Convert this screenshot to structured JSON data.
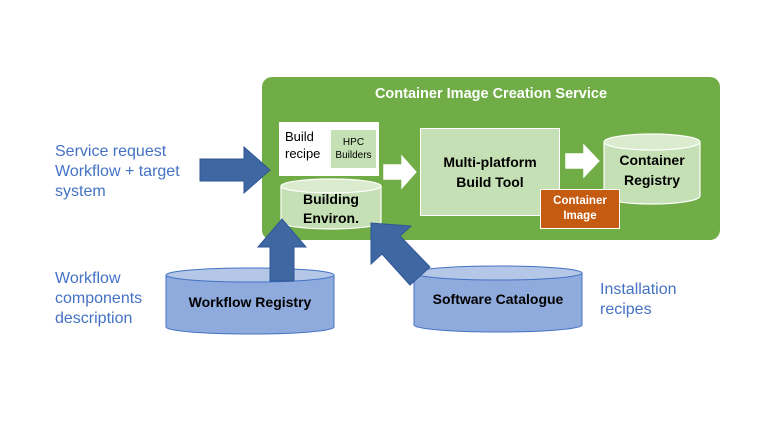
{
  "left_labels": {
    "service_request": "Service request",
    "workflow_target_1": "Workflow + target",
    "workflow_target_2": "system",
    "workflow_components_1": "Workflow",
    "workflow_components_2": "components",
    "workflow_components_3": "description"
  },
  "right_labels": {
    "installation_1": "Installation",
    "installation_2": "recipes"
  },
  "service": {
    "title": "Container Image Creation Service"
  },
  "build_recipe": {
    "line1": "Build",
    "line2": "recipe",
    "hpc_line1": "HPC",
    "hpc_line2": "Builders"
  },
  "building_env": {
    "line1": "Building",
    "line2": "Environ."
  },
  "build_tool": {
    "line1": "Multi-platform",
    "line2": "Build Tool"
  },
  "container_image": {
    "line1": "Container",
    "line2": "Image"
  },
  "container_registry": {
    "line1": "Container",
    "line2": "Registry"
  },
  "workflow_registry": {
    "label": "Workflow Registry"
  },
  "software_catalogue": {
    "label": "Software Catalogue"
  },
  "colors": {
    "service_green": "#70ad47",
    "light_green": "#c5e0b4",
    "arrow_blue": "#3f68a2",
    "db_blue": "#8faadc",
    "image_orange": "#c55a11",
    "text_blue": "#4472c4"
  }
}
